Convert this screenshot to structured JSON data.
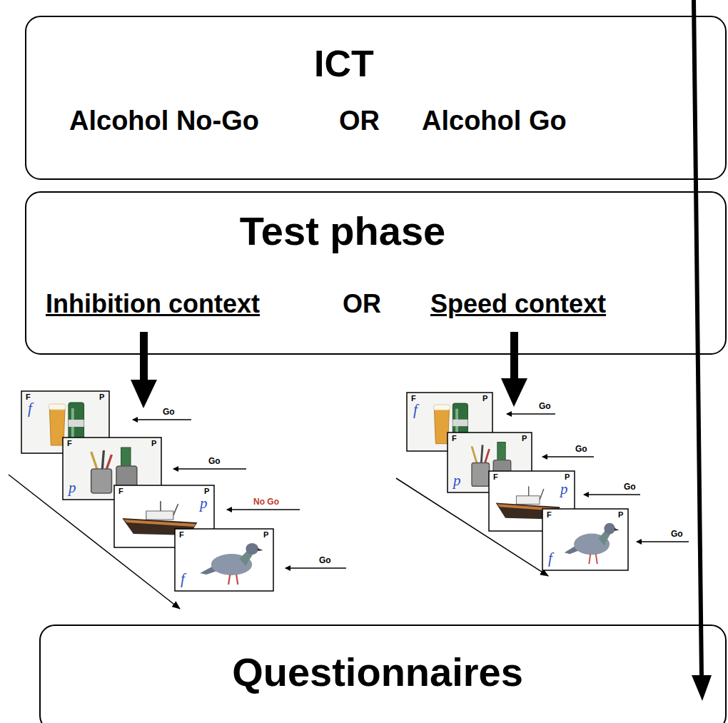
{
  "diagram": {
    "nodes": [
      {
        "text": [
          "ICT",
          "Alcohol No-Go",
          "OR",
          "Alcohol Go"
        ]
      },
      {
        "text": [
          "Test phase",
          "Inhibition context",
          "OR",
          "Speed context"
        ]
      },
      {
        "text": [
          "Questionnaires"
        ]
      }
    ],
    "labels": [
      "F",
      "P",
      "f",
      "Go",
      "F",
      "P",
      "p",
      "Go",
      "F",
      "P",
      "p",
      "No Go",
      "F",
      "P",
      "f",
      "Go",
      "F",
      "P",
      "f",
      "Go",
      "F",
      "P",
      "p",
      "Go",
      "F",
      "P",
      "p",
      "Go",
      "F",
      "P",
      "f",
      "Go"
    ]
  }
}
